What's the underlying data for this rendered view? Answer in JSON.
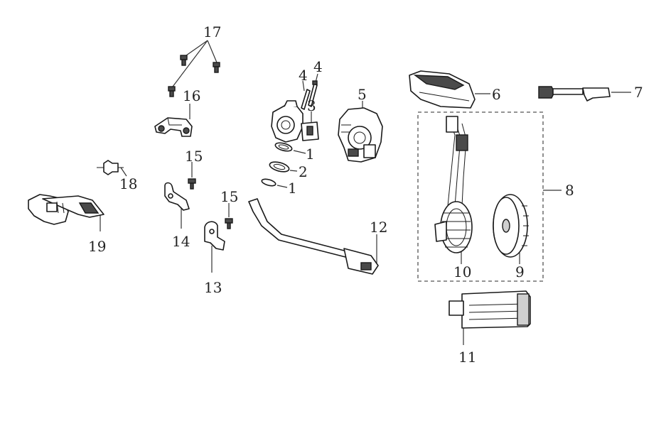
{
  "diagram": {
    "callouts": {
      "c1a": "1",
      "c1b": "1",
      "c2": "2",
      "c3": "3",
      "c4a": "4",
      "c4b": "4",
      "c5": "5",
      "c6": "6",
      "c7": "7",
      "c8": "8",
      "c9": "9",
      "c10": "10",
      "c11": "11",
      "c12": "12",
      "c13": "13",
      "c14": "14",
      "c15a": "15",
      "c15b": "15",
      "c16": "16",
      "c17": "17",
      "c18": "18",
      "c19": "19"
    }
  }
}
